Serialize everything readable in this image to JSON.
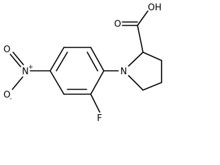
{
  "atoms": {
    "hydroxyl": "OH",
    "carbonyl_oxygen": "O",
    "ring_nitrogen": "N",
    "fluorine": "F",
    "nitro_nitrogen": "N",
    "nitro_nitrogen_charge": "+",
    "nitro_oxygen_top": "O",
    "nitro_oxygen_bottom": "O",
    "nitro_oxygen_bottom_charge": "-"
  },
  "colors": {
    "bond": "#000000",
    "text": "#000000",
    "background": "#ffffff"
  }
}
